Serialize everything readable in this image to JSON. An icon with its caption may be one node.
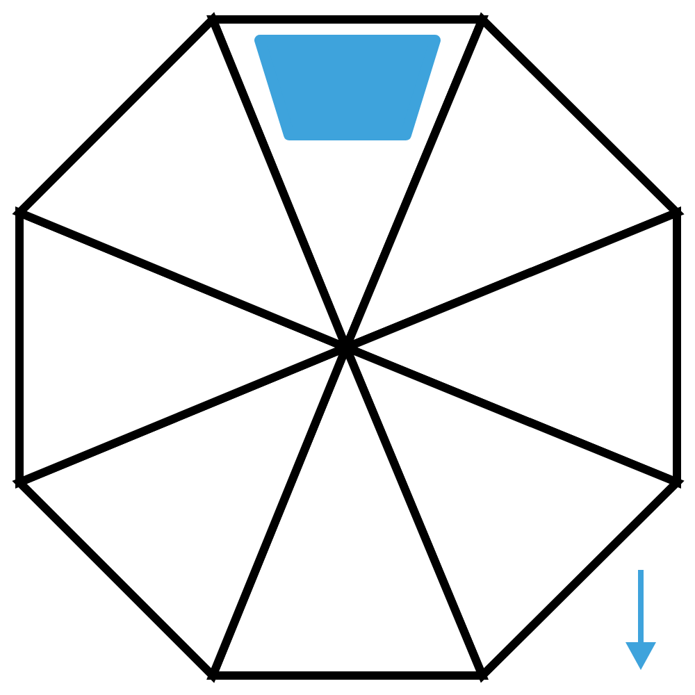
{
  "diagram": {
    "nodes": [
      {
        "text": [],
        "shape": "triangle"
      },
      {
        "text": [],
        "shape": "triangle"
      },
      {
        "text": [],
        "shape": "triangle"
      },
      {
        "text": [],
        "shape": "triangle"
      },
      {
        "text": [],
        "shape": "triangle"
      },
      {
        "text": [],
        "shape": "triangle"
      },
      {
        "text": [],
        "shape": "triangle"
      },
      {
        "text": [],
        "shape": "triangle"
      },
      {
        "text": [],
        "shape": "trapezoid",
        "in": 0
      }
    ]
  }
}
